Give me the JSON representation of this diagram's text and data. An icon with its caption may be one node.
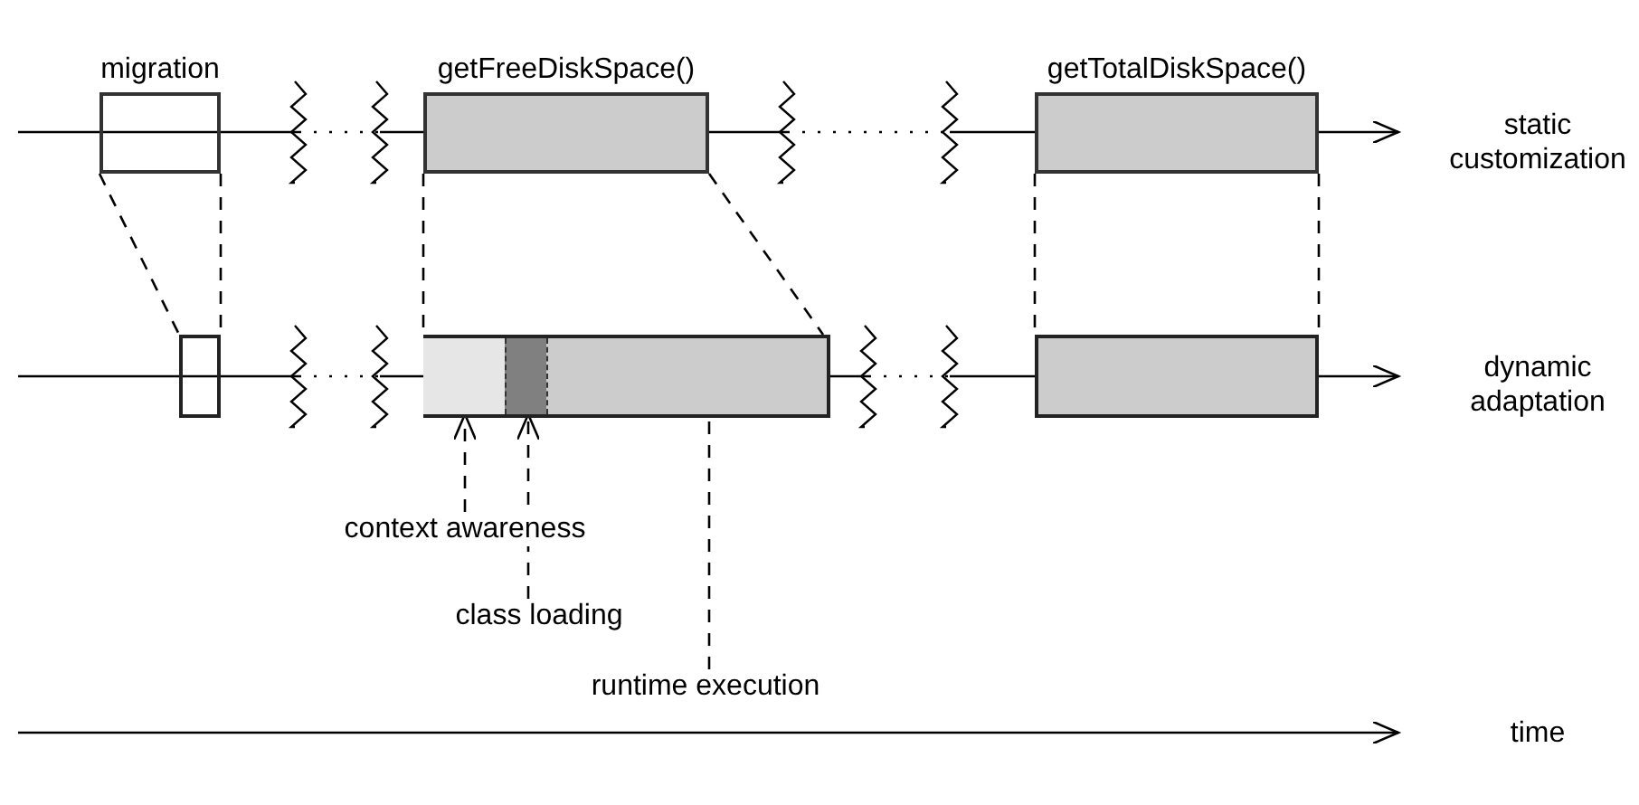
{
  "diagram": {
    "nodes": [
      {
        "text": [
          "migration"
        ]
      },
      {
        "text": [
          "getFreeDiskSpace()"
        ]
      },
      {
        "text": [
          "getTotalDiskSpace()"
        ]
      },
      {
        "text": [],
        "shape": "box"
      },
      {
        "text": [],
        "shape": "box"
      },
      {
        "text": [],
        "shape": "bar",
        "in": 4
      },
      {
        "text": [],
        "shape": "bar",
        "in": 4
      },
      {
        "text": [],
        "shape": "bar",
        "in": 4
      },
      {
        "text": [],
        "shape": "box"
      },
      {
        "text": [
          "context awareness"
        ]
      },
      {
        "text": [
          "class loading"
        ]
      },
      {
        "text": [
          "runtime execution"
        ]
      }
    ],
    "edges": [
      {
        "from": 0,
        "to": 3,
        "arrow": "none",
        "style": "dashed"
      },
      {
        "from": 0,
        "to": 3,
        "arrow": "none",
        "style": "dashed"
      },
      {
        "from": 1,
        "to": 4,
        "arrow": "none",
        "style": "dashed"
      },
      {
        "from": 1,
        "to": 4,
        "arrow": "none",
        "style": "dashed"
      },
      {
        "from": 2,
        "to": 8,
        "arrow": "none",
        "style": "dashed"
      },
      {
        "from": 2,
        "to": 8,
        "arrow": "none",
        "style": "dashed"
      },
      {
        "from": 9,
        "to": 5,
        "arrow": "to",
        "style": "dashed"
      },
      {
        "from": 10,
        "to": 6,
        "arrow": "to",
        "style": "dashed"
      },
      {
        "from": 11,
        "to": 7,
        "arrow": "none",
        "style": "dashed"
      }
    ],
    "labels": [
      "static customization",
      "dynamic adaptation",
      "time"
    ]
  }
}
